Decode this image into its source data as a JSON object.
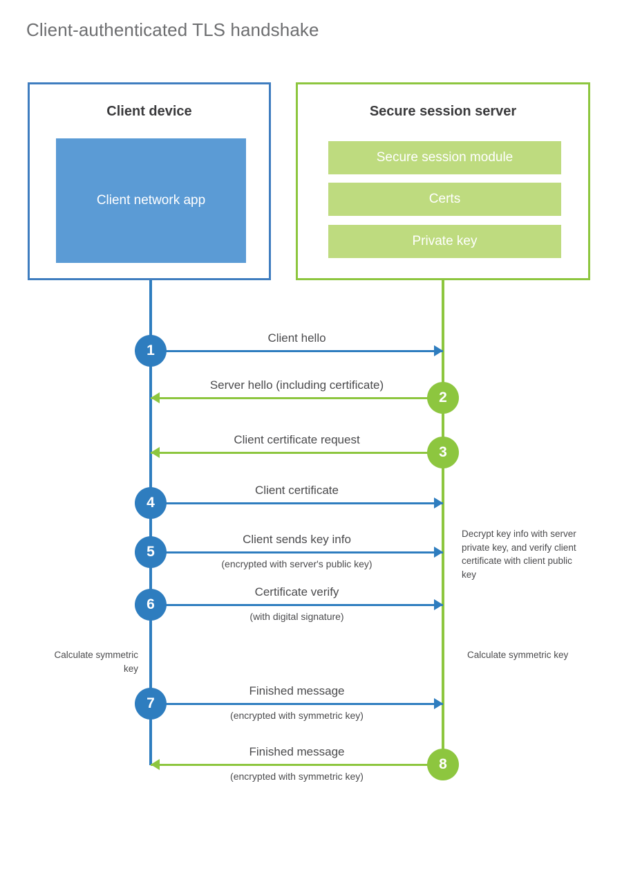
{
  "title": "Client-authenticated TLS handshake",
  "colors": {
    "client_accent": "#2e7dbf",
    "client_border": "#3f7dbf",
    "client_app_fill": "#5b9bd5",
    "server_accent": "#8dc63f",
    "server_bar_fill": "#bedb7f",
    "text": "#4a4a4c",
    "title_text": "#6d6e70"
  },
  "client": {
    "title": "Client device",
    "app_label": "Client network app"
  },
  "server": {
    "title": "Secure session server",
    "components": [
      {
        "label": "Secure session module"
      },
      {
        "label": "Certs"
      },
      {
        "label": "Private key"
      }
    ]
  },
  "steps": [
    {
      "number": "1",
      "label": "Client hello",
      "sub": "",
      "direction": "client-to-server",
      "actor": "client"
    },
    {
      "number": "2",
      "label": "Server hello (including certificate)",
      "sub": "",
      "direction": "server-to-client",
      "actor": "server"
    },
    {
      "number": "3",
      "label": "Client certificate request",
      "sub": "",
      "direction": "server-to-client",
      "actor": "server"
    },
    {
      "number": "4",
      "label": "Client certificate",
      "sub": "",
      "direction": "client-to-server",
      "actor": "client"
    },
    {
      "number": "5",
      "label": "Client sends key info",
      "sub": "(encrypted with server's public key)",
      "direction": "client-to-server",
      "actor": "client"
    },
    {
      "number": "6",
      "label": "Certificate verify",
      "sub": "(with digital signature)",
      "direction": "client-to-server",
      "actor": "client"
    },
    {
      "number": "7",
      "label": "Finished message",
      "sub": "(encrypted with symmetric key)",
      "direction": "client-to-server",
      "actor": "client"
    },
    {
      "number": "8",
      "label": "Finished message",
      "sub": "(encrypted with symmetric key)",
      "direction": "server-to-client",
      "actor": "server"
    }
  ],
  "notes": {
    "server_decrypt": "Decrypt key info with server private key, and verify client certificate with client public key",
    "client_calculate": "Calculate symmetric key",
    "server_calculate": "Calculate symmetric key"
  }
}
